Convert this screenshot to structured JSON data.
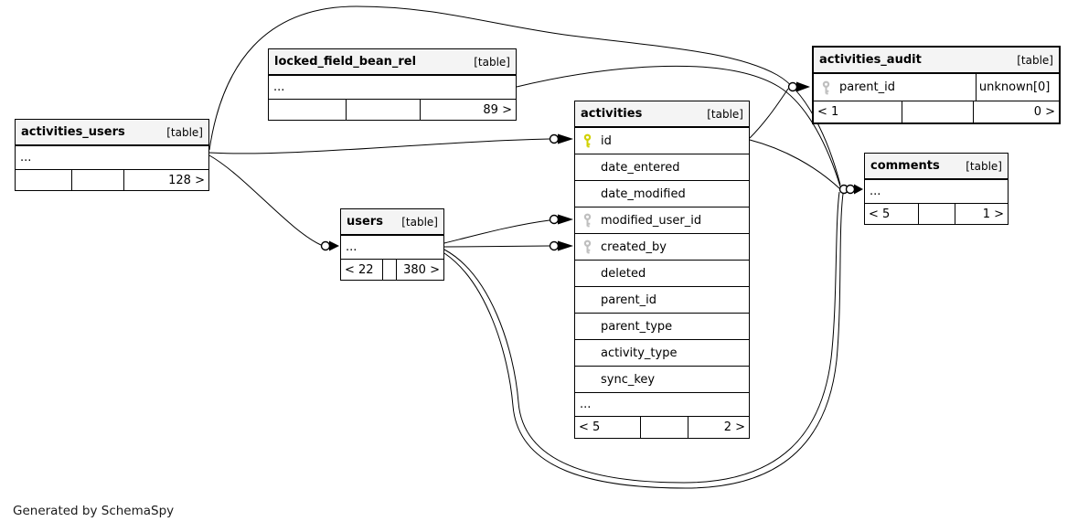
{
  "diagram": {
    "generator_note": "Generated by SchemaSpy",
    "colors": {
      "primary_key": "#d1d100",
      "foreign_key": "#bfbfbf",
      "header_bg": "#f4f4f4",
      "edge_line": "#000000"
    },
    "tables": [
      {
        "id": "activities_users",
        "name": "activities_users",
        "tag": "[table]",
        "emphasized": false,
        "columns": [
          {
            "name": "...",
            "key": "none",
            "ellipsis": true
          }
        ],
        "footer": {
          "left": "",
          "middle": "",
          "right": "128 >"
        }
      },
      {
        "id": "locked_field_bean_rel",
        "name": "locked_field_bean_rel",
        "tag": "[table]",
        "emphasized": false,
        "columns": [
          {
            "name": "...",
            "key": "none",
            "ellipsis": true
          }
        ],
        "footer": {
          "left": "",
          "middle": "",
          "right": "89 >"
        }
      },
      {
        "id": "activities",
        "name": "activities",
        "tag": "[table]",
        "emphasized": false,
        "columns": [
          {
            "name": "id",
            "key": "primary"
          },
          {
            "name": "date_entered",
            "key": "none"
          },
          {
            "name": "date_modified",
            "key": "none"
          },
          {
            "name": "modified_user_id",
            "key": "foreign"
          },
          {
            "name": "created_by",
            "key": "foreign"
          },
          {
            "name": "deleted",
            "key": "none"
          },
          {
            "name": "parent_id",
            "key": "none"
          },
          {
            "name": "parent_type",
            "key": "none"
          },
          {
            "name": "activity_type",
            "key": "none"
          },
          {
            "name": "sync_key",
            "key": "none"
          },
          {
            "name": "...",
            "key": "none",
            "ellipsis": true
          }
        ],
        "footer": {
          "left": "< 5",
          "middle": "",
          "right": "2 >"
        }
      },
      {
        "id": "users",
        "name": "users",
        "tag": "[table]",
        "emphasized": false,
        "columns": [
          {
            "name": "...",
            "key": "none",
            "ellipsis": true
          }
        ],
        "footer": {
          "left": "< 22",
          "middle": "",
          "right": "380 >"
        }
      },
      {
        "id": "activities_audit",
        "name": "activities_audit",
        "tag": "[table]",
        "emphasized": true,
        "columns": [
          {
            "name": "parent_id",
            "key": "foreign",
            "type": "unknown[0]"
          }
        ],
        "footer": {
          "left": "< 1",
          "middle": "",
          "right": "0 >"
        }
      },
      {
        "id": "comments",
        "name": "comments",
        "tag": "[table]",
        "emphasized": false,
        "columns": [
          {
            "name": "...",
            "key": "none",
            "ellipsis": true
          }
        ],
        "footer": {
          "left": "< 5",
          "middle": "",
          "right": "1 >"
        }
      }
    ],
    "edges": [
      {
        "from": "activities_users",
        "to": "activities"
      },
      {
        "from": "activities_users",
        "to": "users"
      },
      {
        "from": "activities_users",
        "to": "comments"
      },
      {
        "from": "locked_field_bean_rel",
        "to": "comments"
      },
      {
        "from": "activities",
        "to": "activities_audit"
      },
      {
        "from": "activities",
        "to": "comments"
      },
      {
        "from": "users",
        "to": "activities"
      },
      {
        "from": "users",
        "to": "activities"
      },
      {
        "from": "users",
        "to": "comments"
      },
      {
        "from": "users",
        "to": "comments"
      }
    ]
  }
}
